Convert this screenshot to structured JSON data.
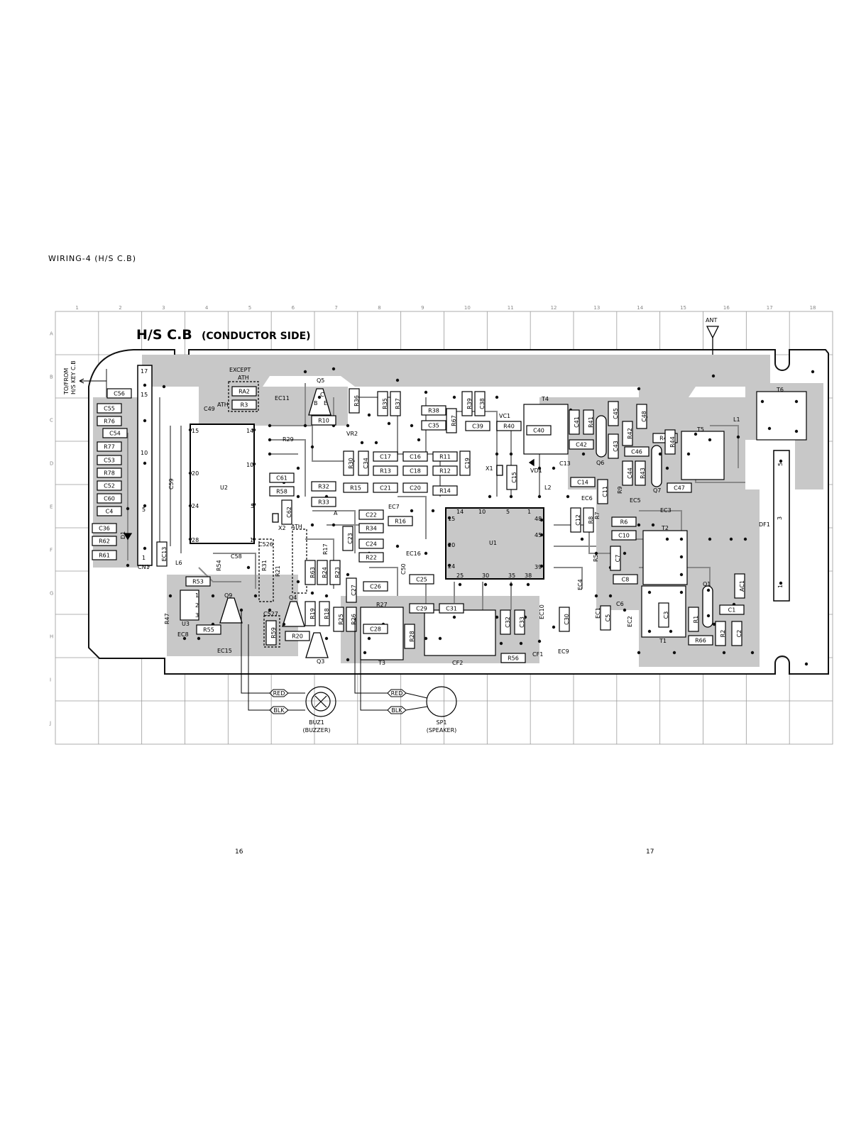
{
  "header": "WIRING-4 (H/S C.B)",
  "board_title": {
    "main": "H/S C.B",
    "sub": "(CONDUCTOR SIDE)"
  },
  "grid": {
    "columns": [
      "1",
      "2",
      "3",
      "4",
      "5",
      "6",
      "7",
      "8",
      "9",
      "10",
      "11",
      "12",
      "13",
      "14",
      "15",
      "16",
      "17",
      "18"
    ],
    "rows": [
      "A",
      "B",
      "C",
      "D",
      "E",
      "F",
      "G",
      "H",
      "I",
      "J"
    ]
  },
  "notes": {
    "to_from": "TO/FROM",
    "key_cb": "H/S KEY C.B",
    "except": "EXCEPT",
    "ath": "ATH",
    "ant": "ANT"
  },
  "external": {
    "red": "RED",
    "blk": "BLK",
    "buzzer_ref": "BUZ1",
    "buzzer_name": "(BUZZER)",
    "speaker_ref": "SP1",
    "speaker_name": "(SPEAKER)"
  },
  "page_numbers": [
    "16",
    "17"
  ],
  "components": [
    {
      "ref": "C56"
    },
    {
      "ref": "C55"
    },
    {
      "ref": "R76"
    },
    {
      "ref": "C54"
    },
    {
      "ref": "R77"
    },
    {
      "ref": "C53"
    },
    {
      "ref": "R78"
    },
    {
      "ref": "C52"
    },
    {
      "ref": "C60"
    },
    {
      "ref": "C4"
    },
    {
      "ref": "C36"
    },
    {
      "ref": "R62"
    },
    {
      "ref": "R61"
    },
    {
      "ref": "EC13"
    },
    {
      "ref": "RA2"
    },
    {
      "ref": "R3"
    },
    {
      "ref": "R10"
    },
    {
      "ref": "R36"
    },
    {
      "ref": "R35"
    },
    {
      "ref": "R37"
    },
    {
      "ref": "R38"
    },
    {
      "ref": "C35"
    },
    {
      "ref": "R67"
    },
    {
      "ref": "R39"
    },
    {
      "ref": "C38"
    },
    {
      "ref": "C39"
    },
    {
      "ref": "R40"
    },
    {
      "ref": "C40"
    },
    {
      "ref": "C41"
    },
    {
      "ref": "R41"
    },
    {
      "ref": "C42"
    },
    {
      "ref": "C43"
    },
    {
      "ref": "C45"
    },
    {
      "ref": "R42"
    },
    {
      "ref": "C48"
    },
    {
      "ref": "R45"
    },
    {
      "ref": "R44"
    },
    {
      "ref": "C46"
    },
    {
      "ref": "C44"
    },
    {
      "ref": "R43"
    },
    {
      "ref": "C47"
    },
    {
      "ref": "R30"
    },
    {
      "ref": "C34"
    },
    {
      "ref": "C17"
    },
    {
      "ref": "C16"
    },
    {
      "ref": "R11"
    },
    {
      "ref": "C19"
    },
    {
      "ref": "R13"
    },
    {
      "ref": "C18"
    },
    {
      "ref": "R12"
    },
    {
      "ref": "C61"
    },
    {
      "ref": "R58"
    },
    {
      "ref": "C62"
    },
    {
      "ref": "R32"
    },
    {
      "ref": "R33"
    },
    {
      "ref": "R15"
    },
    {
      "ref": "C21"
    },
    {
      "ref": "C20"
    },
    {
      "ref": "R14"
    },
    {
      "ref": "C15"
    },
    {
      "ref": "C14"
    },
    {
      "ref": "C11"
    },
    {
      "ref": "C12"
    },
    {
      "ref": "R8"
    },
    {
      "ref": "R6"
    },
    {
      "ref": "C10"
    },
    {
      "ref": "C7"
    },
    {
      "ref": "C8"
    },
    {
      "ref": "C22"
    },
    {
      "ref": "R34"
    },
    {
      "ref": "R16"
    },
    {
      "ref": "C23"
    },
    {
      "ref": "C24"
    },
    {
      "ref": "R22"
    },
    {
      "ref": "C25"
    },
    {
      "ref": "C26"
    },
    {
      "ref": "C27"
    },
    {
      "ref": "R63"
    },
    {
      "ref": "R24"
    },
    {
      "ref": "R23"
    },
    {
      "ref": "R19"
    },
    {
      "ref": "R18"
    },
    {
      "ref": "R25"
    },
    {
      "ref": "R26"
    },
    {
      "ref": "C28"
    },
    {
      "ref": "R28"
    },
    {
      "ref": "C29"
    },
    {
      "ref": "C31"
    },
    {
      "ref": "C32"
    },
    {
      "ref": "C33"
    },
    {
      "ref": "C30"
    },
    {
      "ref": "R56"
    },
    {
      "ref": "R53"
    },
    {
      "ref": "R55"
    },
    {
      "ref": "R59"
    },
    {
      "ref": "R20"
    },
    {
      "ref": "C5"
    },
    {
      "ref": "C3"
    },
    {
      "ref": "R1"
    },
    {
      "ref": "C1"
    },
    {
      "ref": "R2"
    },
    {
      "ref": "C2"
    },
    {
      "ref": "R66"
    },
    {
      "ref": "AC1"
    }
  ],
  "labels": [
    {
      "text": "CN1"
    },
    {
      "text": "17"
    },
    {
      "text": "15"
    },
    {
      "text": "10"
    },
    {
      "text": "5"
    },
    {
      "text": "1"
    },
    {
      "text": "D1"
    },
    {
      "text": "C59"
    },
    {
      "text": "C49"
    },
    {
      "text": "ATH"
    },
    {
      "text": "EC11"
    },
    {
      "text": "R29"
    },
    {
      "text": "Q5"
    },
    {
      "text": "B"
    },
    {
      "text": "C"
    },
    {
      "text": "E"
    },
    {
      "text": "VR2"
    },
    {
      "text": "U2"
    },
    {
      "text": "15"
    },
    {
      "text": "14"
    },
    {
      "text": "10"
    },
    {
      "text": "20"
    },
    {
      "text": "24"
    },
    {
      "text": "5"
    },
    {
      "text": "28"
    },
    {
      "text": "1"
    },
    {
      "text": "X2"
    },
    {
      "text": "ATH"
    },
    {
      "text": "A"
    },
    {
      "text": "EC7"
    },
    {
      "text": "C526"
    },
    {
      "text": "C58"
    },
    {
      "text": "R54"
    },
    {
      "text": "R31"
    },
    {
      "text": "R21"
    },
    {
      "text": "R17"
    },
    {
      "text": "C527"
    },
    {
      "text": "Q4"
    },
    {
      "text": "Q9"
    },
    {
      "text": "L6"
    },
    {
      "text": "U3"
    },
    {
      "text": "R47"
    },
    {
      "text": "EC8"
    },
    {
      "text": "EC15"
    },
    {
      "text": "Q3"
    },
    {
      "text": "T3"
    },
    {
      "text": "CF2"
    },
    {
      "text": "R27"
    },
    {
      "text": "C50"
    },
    {
      "text": "EC16"
    },
    {
      "text": "U1"
    },
    {
      "text": "14"
    },
    {
      "text": "10"
    },
    {
      "text": "5"
    },
    {
      "text": "1"
    },
    {
      "text": "15"
    },
    {
      "text": "20"
    },
    {
      "text": "24"
    },
    {
      "text": "25"
    },
    {
      "text": "30"
    },
    {
      "text": "35"
    },
    {
      "text": "38"
    },
    {
      "text": "48"
    },
    {
      "text": "45"
    },
    {
      "text": "39"
    },
    {
      "text": "T4"
    },
    {
      "text": "VC1"
    },
    {
      "text": "X1"
    },
    {
      "text": "VD1"
    },
    {
      "text": "C13"
    },
    {
      "text": "L2"
    },
    {
      "text": "EC6"
    },
    {
      "text": "Q6"
    },
    {
      "text": "R9"
    },
    {
      "text": "R7"
    },
    {
      "text": "R5"
    },
    {
      "text": "EC5"
    },
    {
      "text": "EC3"
    },
    {
      "text": "Q7"
    },
    {
      "text": "T2"
    },
    {
      "text": "T5"
    },
    {
      "text": "T6"
    },
    {
      "text": "L1"
    },
    {
      "text": "DF1"
    },
    {
      "text": "EC4"
    },
    {
      "text": "EC10"
    },
    {
      "text": "EC1"
    },
    {
      "text": "EC2"
    },
    {
      "text": "C6"
    },
    {
      "text": "EC9"
    },
    {
      "text": "CF1"
    },
    {
      "text": "T1"
    },
    {
      "text": "Q1"
    },
    {
      "text": "1"
    },
    {
      "text": "2"
    },
    {
      "text": "3"
    },
    {
      "text": "3"
    },
    {
      "text": "5"
    },
    {
      "text": "1"
    }
  ]
}
